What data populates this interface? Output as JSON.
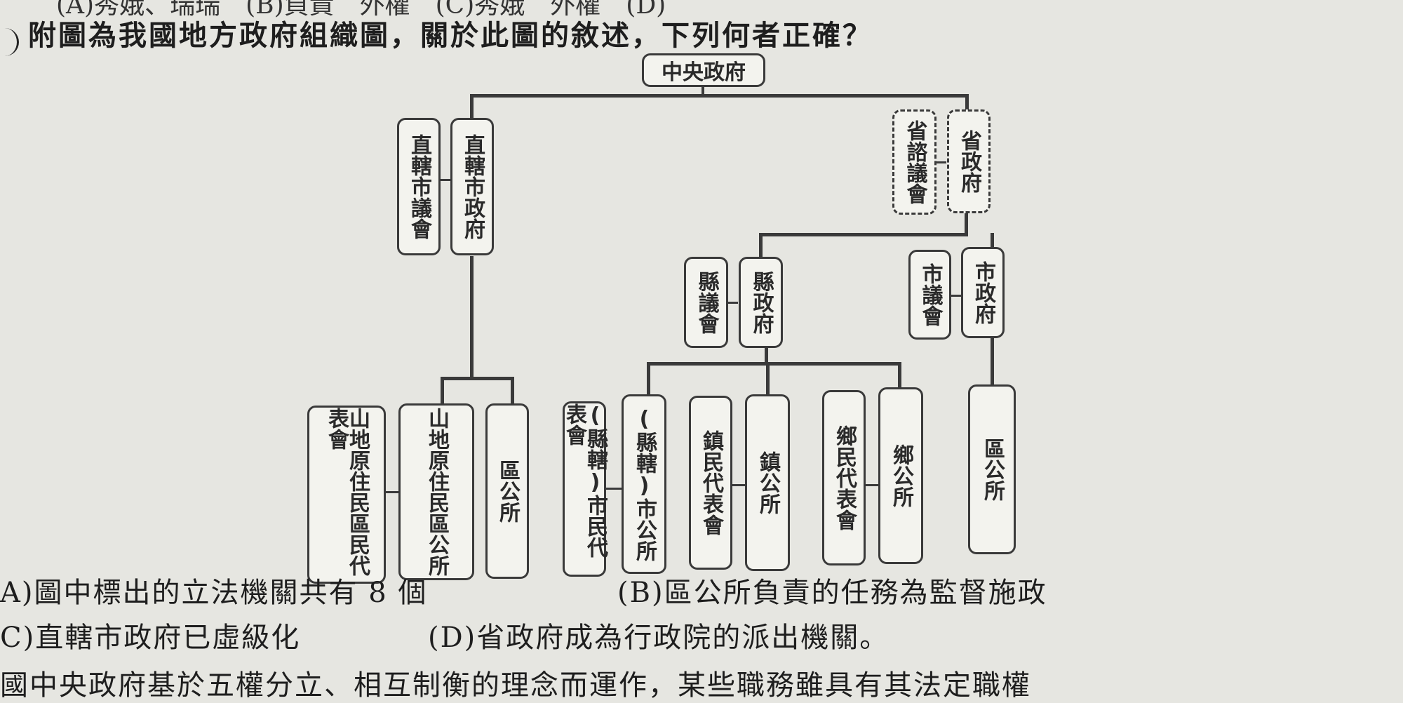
{
  "header": {
    "partial_top_line": "(A)秀娥、瑞瑞　(B)負責　外權　(C)秀娥　外權　(D)"
  },
  "question": {
    "stem": "附圖為我國地方政府組織圖，關於此圖的敘述，下列何者正確？"
  },
  "org_chart": {
    "central": "中央政府",
    "municipal_council": "直轄市議會",
    "municipal_gov": "直轄市政府",
    "provincial_council": "省諮議會",
    "provincial_gov": "省政府",
    "county_council": "縣議會",
    "county_gov": "縣政府",
    "city_council": "市議會",
    "city_gov": "市政府",
    "indigenous_district_council": "山地原住民區民代表會",
    "indigenous_district_office": "山地原住民區公所",
    "district_office_1": "區公所",
    "county_city_council": "(縣轄)市民代表會",
    "county_city_office": "(縣轄)市公所",
    "township_council": "鎮民代表會",
    "township_office": "鎮公所",
    "rural_township_council": "鄉民代表會",
    "rural_township_office": "鄉公所",
    "district_office_2": "區公所"
  },
  "options": {
    "a": "A)圖中標出的立法機關共有 8 個",
    "b": "(B)區公所負責的任務為監督施政",
    "c": "C)直轄市政府已虛級化",
    "d": "(D)省政府成為行政院的派出機關。"
  },
  "footer": {
    "partial_bottom_line": "國中央政府基於五權分立、相互制衡的理念而運作，某些職務雖具有其法定職權"
  }
}
